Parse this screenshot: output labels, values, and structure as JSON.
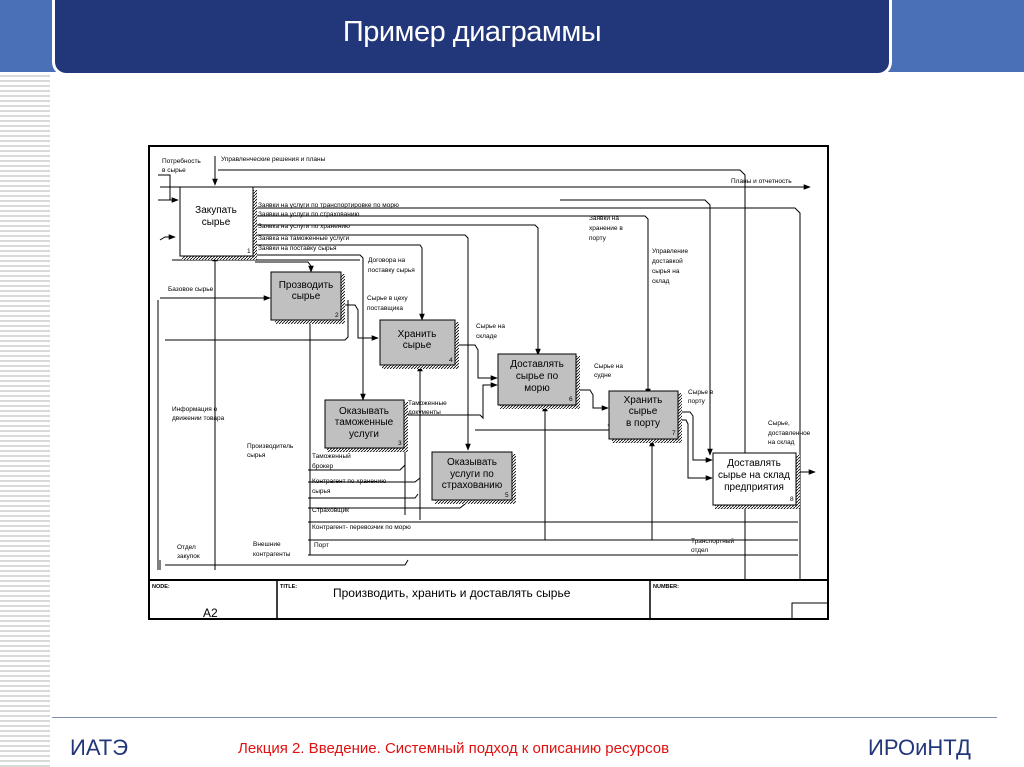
{
  "slide": {
    "title": "Пример диаграммы",
    "footer": {
      "left": "ИАТЭ",
      "center": "Лекция 2. Введение. Системный подход к описанию ресурсов",
      "right": "ИРОиНТД"
    },
    "colors": {
      "header_band": "#4a70b8",
      "title_box": "#22367a",
      "footer_text": "#22367a",
      "footer_center": "#e01010",
      "activity_fill": "#c0c0c0"
    }
  },
  "diagram": {
    "type": "IDEF0",
    "node_label": "NODE:",
    "node": "A2",
    "title_label": "TITLE:",
    "title": "Производить, хранить и доставлять сырье",
    "number_label": "NUMBER:",
    "activities": [
      {
        "id": "1",
        "label_lines": [
          "Закупать",
          "сырье"
        ],
        "shaded": false
      },
      {
        "id": "2",
        "label_lines": [
          "Прозводить",
          "сырье"
        ],
        "shaded": true
      },
      {
        "id": "3",
        "label_lines": [
          "Оказывать",
          "таможенные",
          "услуги"
        ],
        "shaded": true
      },
      {
        "id": "4",
        "label_lines": [
          "Хранить",
          "сырье"
        ],
        "shaded": true
      },
      {
        "id": "5",
        "label_lines": [
          "Оказывать",
          "услуги по",
          "страхованию"
        ],
        "shaded": true
      },
      {
        "id": "6",
        "label_lines": [
          "Доставлять",
          "сырье по",
          "морю"
        ],
        "shaded": true
      },
      {
        "id": "7",
        "label_lines": [
          "Хранить",
          "сырье",
          "в порту"
        ],
        "shaded": true
      },
      {
        "id": "8",
        "label_lines": [
          "Доставлять",
          "сырье на склад",
          "предприятия"
        ],
        "shaded": false
      }
    ],
    "arrow_labels": {
      "need": [
        "Потребность",
        "в сырье"
      ],
      "mgmt": "Управленческие решения и планы",
      "plans": "Планы и отчетность",
      "req_transport": "Заявки на услуги по транспортировке по морю",
      "req_insurance": "Заявки на услуги по страхованию",
      "req_storage": "Заявка на услуги по хранению",
      "req_customs": "Заявка на таможенные услуги",
      "req_supply": "Заявки на поставку сырья",
      "contract": [
        "Договора на",
        "поставку сырья"
      ],
      "base_raw": "Базовое сырье",
      "raw_supplier": [
        "Сырье в цеху",
        "поставщика"
      ],
      "raw_warehouse": [
        "Сырье на",
        "складе"
      ],
      "req_port": [
        "Заявки на",
        "хранение в",
        "порту"
      ],
      "mgmt_delivery": [
        "Управление",
        "доставкой",
        "сырья на",
        "склад"
      ],
      "raw_ship": [
        "Сырье на",
        "судне"
      ],
      "raw_port": [
        "Сырье в",
        "порту"
      ],
      "raw_delivered": [
        "Сырье,",
        "доставленное",
        "на склад"
      ],
      "customs_docs": [
        "Таможенные",
        "документы"
      ],
      "info": [
        "Информация о",
        "движении товара"
      ],
      "producer": [
        "Производитель",
        "сырья"
      ],
      "broker": [
        "Таможенный",
        "брокер"
      ],
      "storage_contractor": [
        "Контрагент по хранению",
        "сырья"
      ],
      "insurer": "Страховщик",
      "sea_carrier": "Контрагент- перевозчик по морю",
      "port": "Порт",
      "purchasing": [
        "Отдел",
        "закупок"
      ],
      "external": [
        "Внешние",
        "контрагенты"
      ],
      "transport_dept": [
        "Транспортный",
        "отдел"
      ]
    }
  }
}
